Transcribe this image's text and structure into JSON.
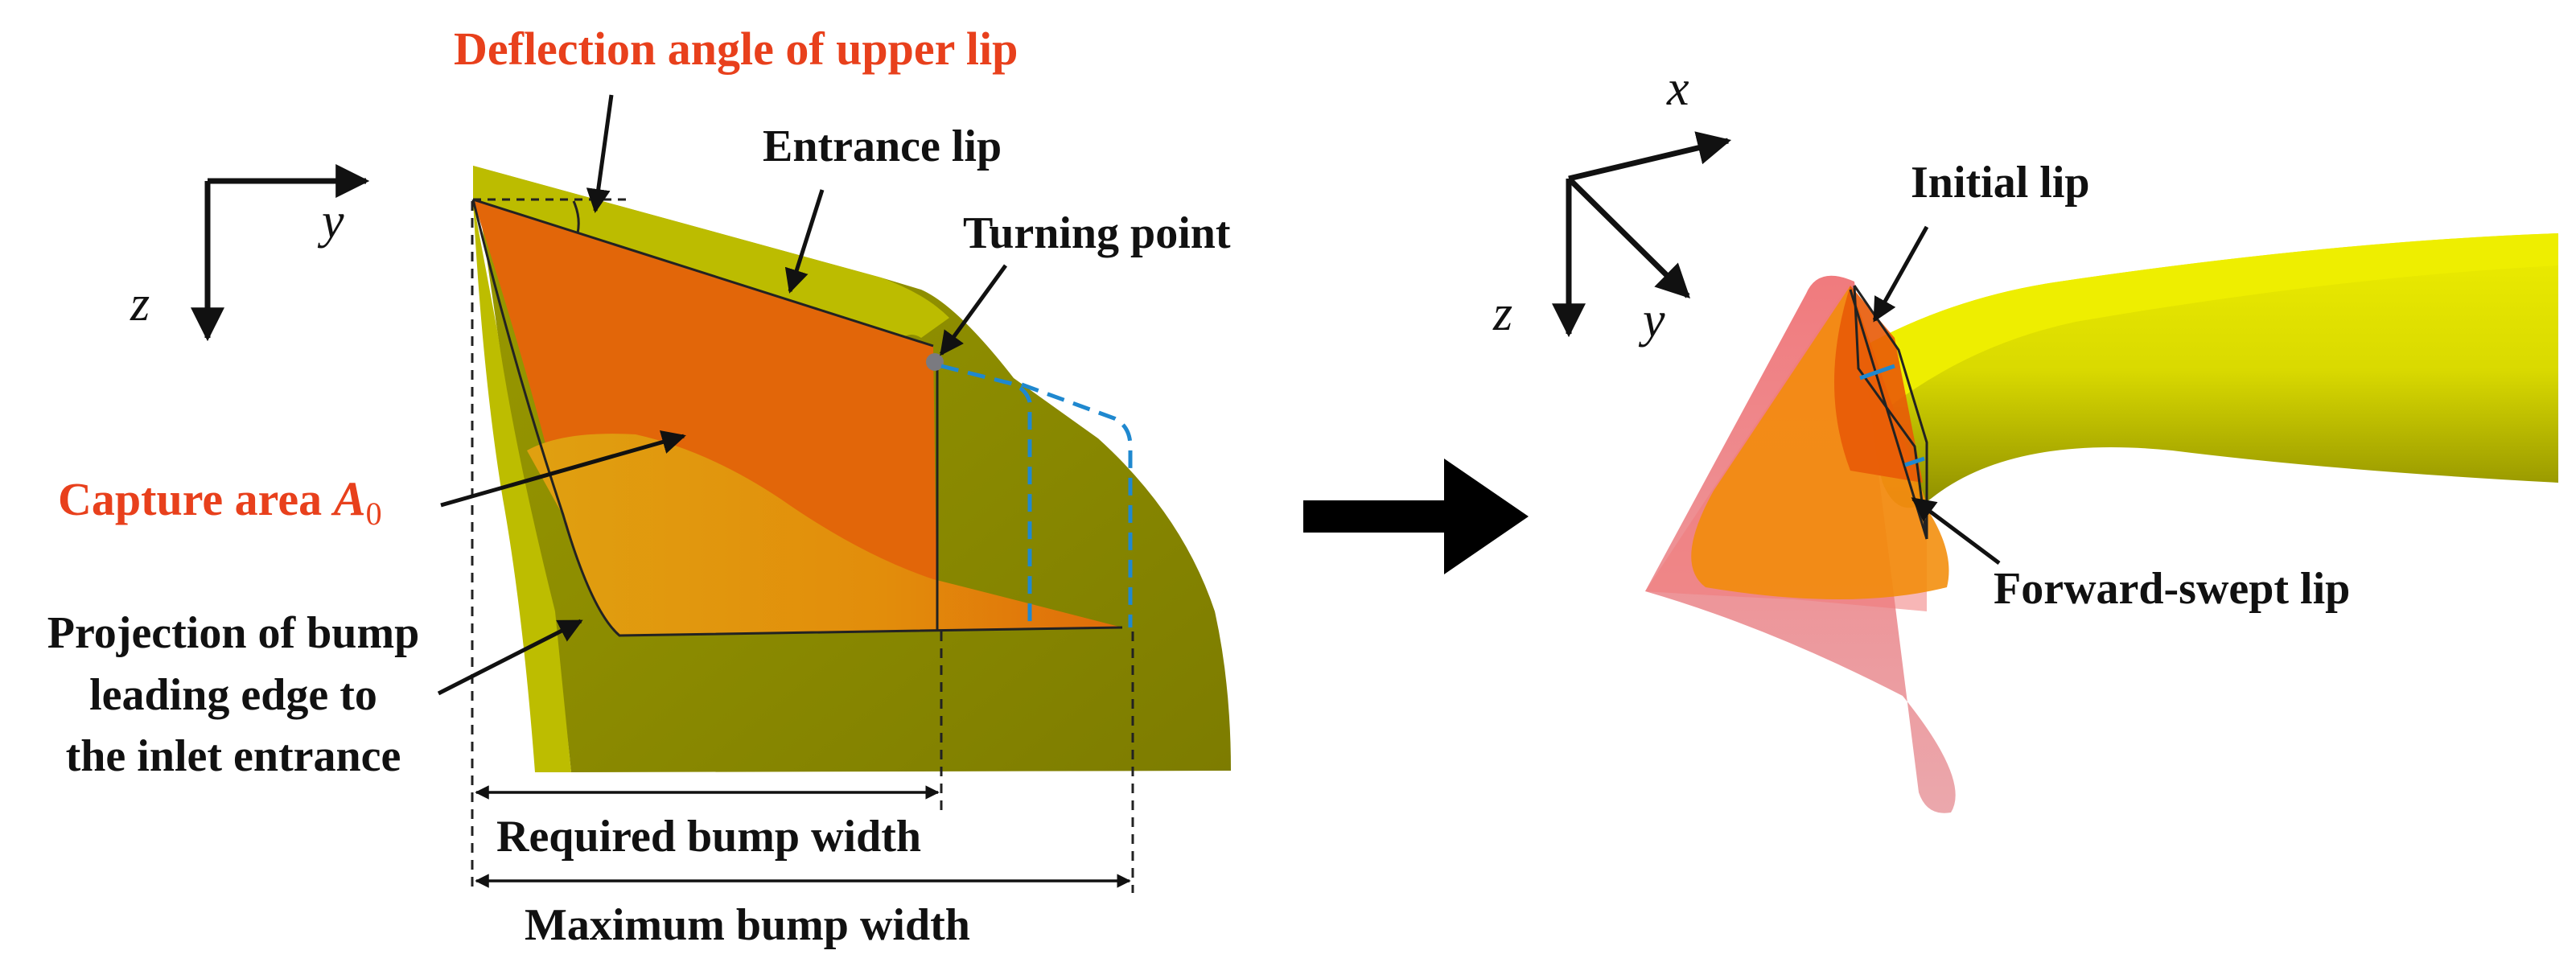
{
  "left_panel": {
    "deflection_label": "Deflection angle of upper lip",
    "entrance_lip_label": "Entrance lip",
    "turning_point_label": "Turning point",
    "capture_area_label": "Capture area",
    "capture_area_symbol": "A",
    "capture_area_subscript": "0",
    "projection_label_line1": "Projection of bump",
    "projection_label_line2": "leading edge to",
    "projection_label_line3": "the inlet entrance",
    "required_width_label": "Required bump width",
    "maximum_width_label": "Maximum bump width",
    "axis_y": "y",
    "axis_z": "z"
  },
  "right_panel": {
    "initial_lip_label": "Initial lip",
    "forward_swept_lip_label": "Forward-swept lip",
    "axis_x": "x",
    "axis_y": "y",
    "axis_z": "z"
  },
  "colors": {
    "label_red": "#e8401c",
    "lip_orange": "#e2670a",
    "bump_gold": "#e1a80e",
    "olive_dark": "#878700",
    "olive_light": "#c4c400",
    "yellow_duct": "#e9ea00",
    "cone_pink": "#ee8088",
    "dashed_blue": "#1f88cf"
  }
}
